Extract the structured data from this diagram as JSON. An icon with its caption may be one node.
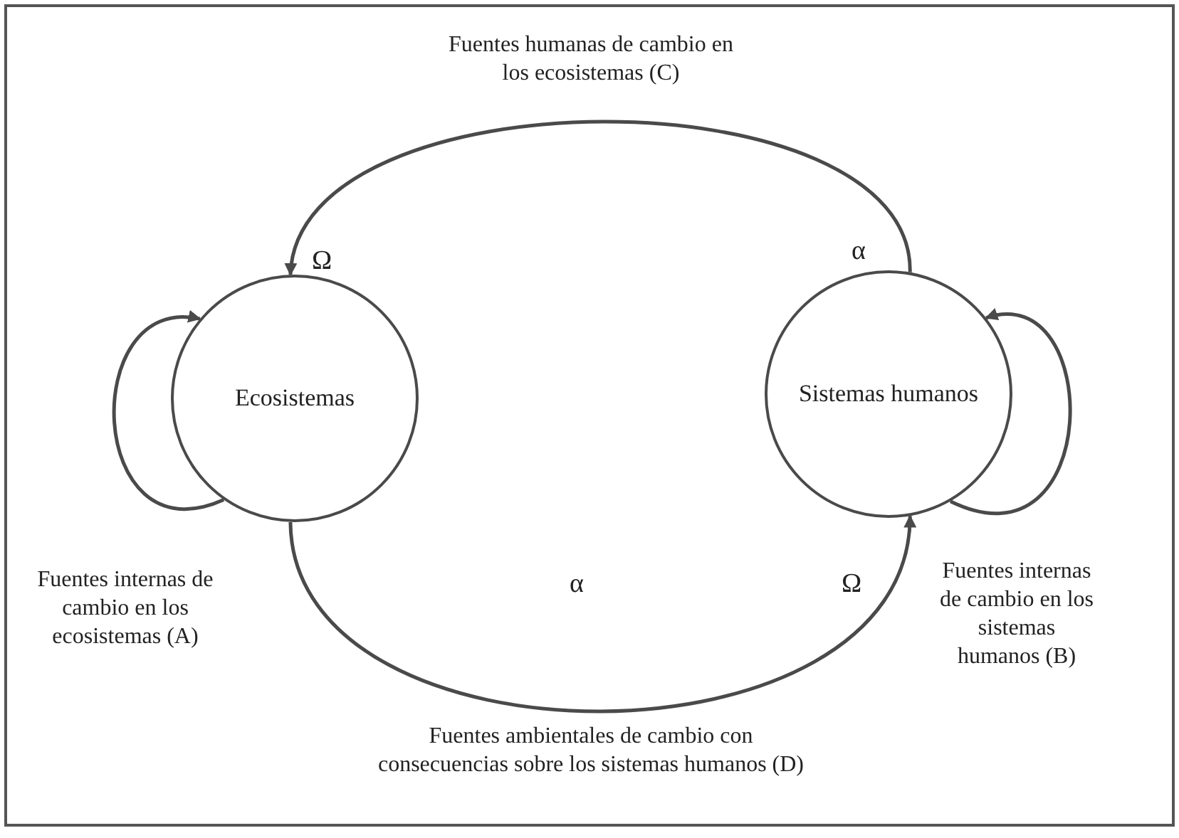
{
  "diagram": {
    "nodes": [
      {
        "text": [
          "Ecosistemas"
        ]
      },
      {
        "text": [
          "Sistemas humanos"
        ]
      }
    ],
    "edges": [
      {
        "from": 1,
        "to": 0,
        "arrow": "to",
        "label": "Fuentes humanas de cambio en los ecosistemas (C)"
      },
      {
        "from": 0,
        "to": 1,
        "arrow": "to",
        "label": "Fuentes ambientales de cambio con consecuencias sobre los sistemas humanos (D)"
      },
      {
        "from": 0,
        "to": 0,
        "arrow": "to",
        "label": "Fuentes internas de cambio en los ecosistemas (A)"
      },
      {
        "from": 1,
        "to": 1,
        "arrow": "to",
        "label": "Fuentes internas de cambio en los sistemas humanos (B)"
      }
    ],
    "labels": [
      "Ω",
      "α",
      "α",
      "Ω"
    ]
  }
}
